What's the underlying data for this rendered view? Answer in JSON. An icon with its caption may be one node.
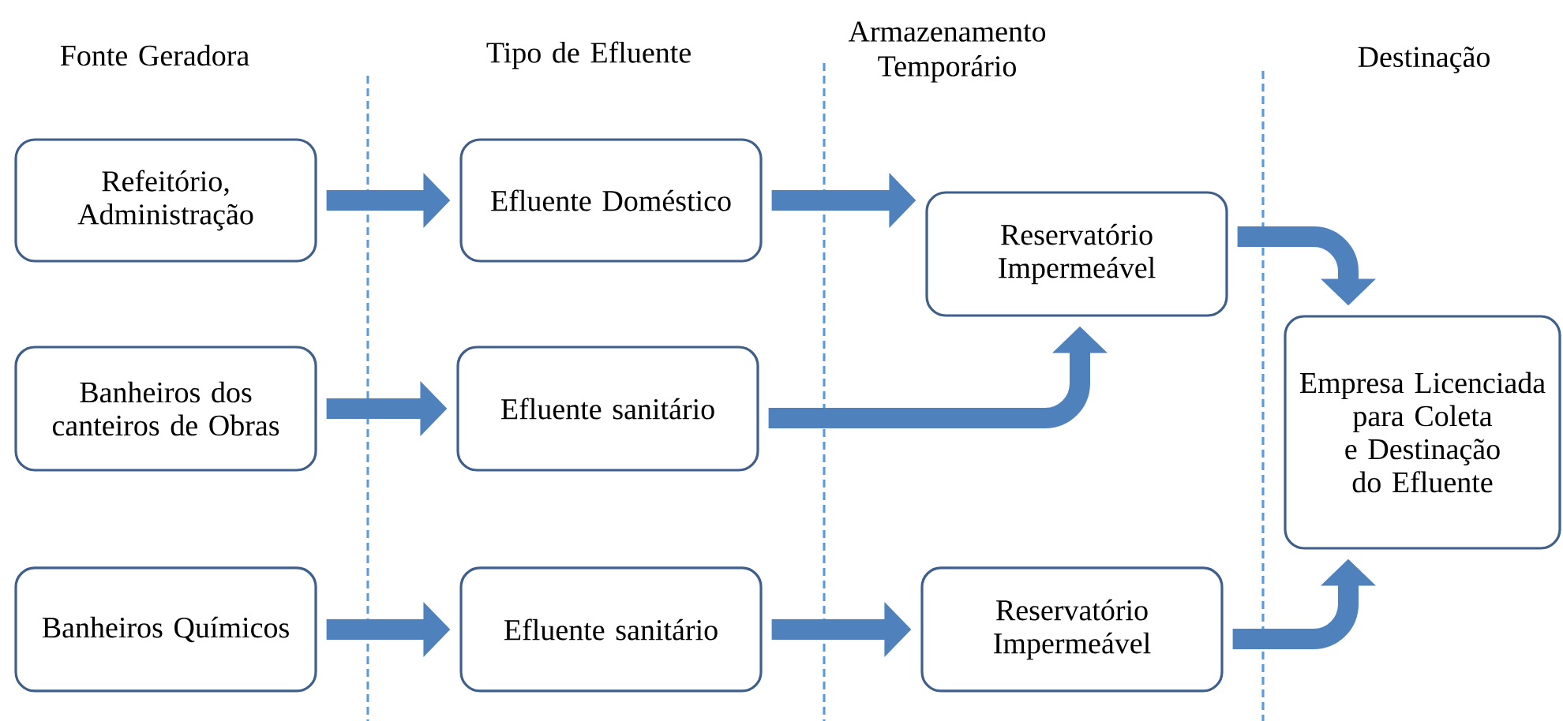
{
  "diagram": {
    "nodes": [
      {
        "text": [
          "Refeitório, Administração"
        ]
      },
      {
        "text": [
          "Efluente Doméstico"
        ]
      },
      {
        "text": [
          "Reservatório Impermeável"
        ]
      },
      {
        "text": [
          "Banheiros dos canteiros de Obras"
        ]
      },
      {
        "text": [
          "Efluente sanitário"
        ]
      },
      {
        "text": [
          "Empresa Licenciada para Coleta e Destinação do Efluente"
        ]
      },
      {
        "text": [
          "Banheiros Químicos"
        ]
      },
      {
        "text": [
          "Efluente sanitário"
        ]
      },
      {
        "text": [
          "Reservatório Impermeável"
        ]
      }
    ],
    "edges": [
      {
        "from": 0,
        "to": 1,
        "arrow": "to"
      },
      {
        "from": 1,
        "to": 2,
        "arrow": "to"
      },
      {
        "from": 2,
        "to": 5,
        "arrow": "to"
      },
      {
        "from": 3,
        "to": 4,
        "arrow": "to"
      },
      {
        "from": 4,
        "to": 2,
        "arrow": "to"
      },
      {
        "from": 6,
        "to": 7,
        "arrow": "to"
      },
      {
        "from": 7,
        "to": 8,
        "arrow": "to"
      },
      {
        "from": 8,
        "to": 5,
        "arrow": "to"
      }
    ],
    "labels": [
      "Fonte Geradora",
      "Tipo de Efluente",
      "Armazenamento Temporário",
      "Destinação"
    ]
  }
}
